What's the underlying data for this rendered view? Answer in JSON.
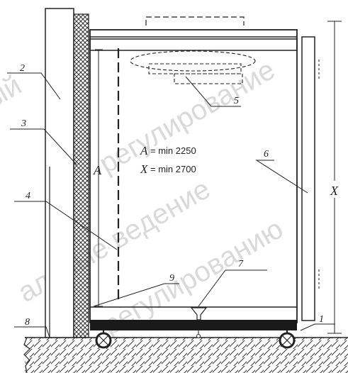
{
  "labels": {
    "n1": "1",
    "n2": "2",
    "n3": "3",
    "n4": "4",
    "n5": "5",
    "n6": "6",
    "n7": "7",
    "n8": "8",
    "n9": "9"
  },
  "dimensions": {
    "a_symbol": "A",
    "x_symbol": "X",
    "eq_a_var": "A",
    "eq_a_rest": "= min 2250",
    "eq_x_var": "X",
    "eq_x_rest": "= min 2700"
  },
  "watermark": {
    "line1": "ночный",
    "line2": "регулирование",
    "line3": "альные ведение",
    "line4": "регулированию"
  }
}
